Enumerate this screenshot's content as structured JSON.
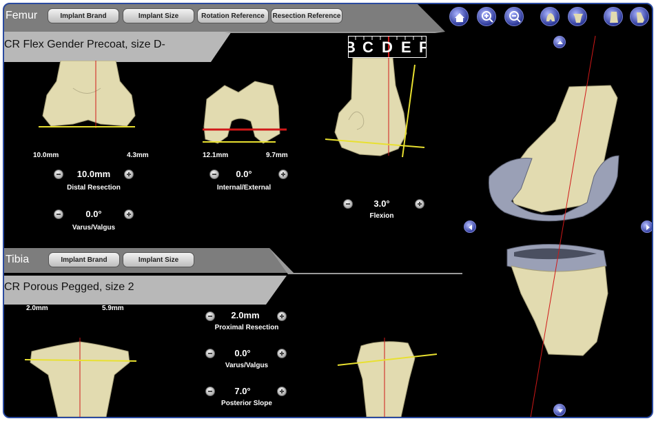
{
  "femur": {
    "section_title": "Femur",
    "buttons": [
      "Implant Brand",
      "Implant Size",
      "Rotation Reference",
      "Resection Reference"
    ],
    "implant_desc": "CR Flex Gender Precoat, size D-",
    "size_ruler": [
      "B",
      "C",
      "D",
      "E",
      "F"
    ],
    "distal_left": "10.0mm",
    "distal_right": "4.3mm",
    "distal_value": "10.0mm",
    "distal_label": "Distal Resection",
    "varus_value": "0.0°",
    "varus_label": "Varus/Valgus",
    "post_left": "12.1mm",
    "post_right": "9.7mm",
    "internal_value": "0.0°",
    "internal_label": "Internal/External",
    "flexion_value": "3.0°",
    "flexion_label": "Flexion"
  },
  "tibia": {
    "section_title": "Tibia",
    "buttons": [
      "Implant Brand",
      "Implant Size"
    ],
    "implant_desc": "CR Porous Pegged, size 2",
    "left_meas": "2.0mm",
    "right_meas": "5.9mm",
    "proximal_value": "2.0mm",
    "proximal_label": "Proximal Resection",
    "varus_value": "0.0°",
    "varus_label": "Varus/Valgus",
    "slope_value": "7.0°",
    "slope_label": "Posterior Slope"
  },
  "toolbar": {
    "icons": [
      "home-icon",
      "zoom-in-icon",
      "zoom-out-icon",
      "femur-view-icon",
      "tibia-view-icon",
      "bone-front-icon",
      "bone-side-icon"
    ]
  },
  "colors": {
    "bone": "#e2dbb0",
    "implant": "#9aa0b6",
    "resection_line": "#e8e030",
    "axis_line": "#d01818",
    "accent": "#2a4aa0"
  }
}
